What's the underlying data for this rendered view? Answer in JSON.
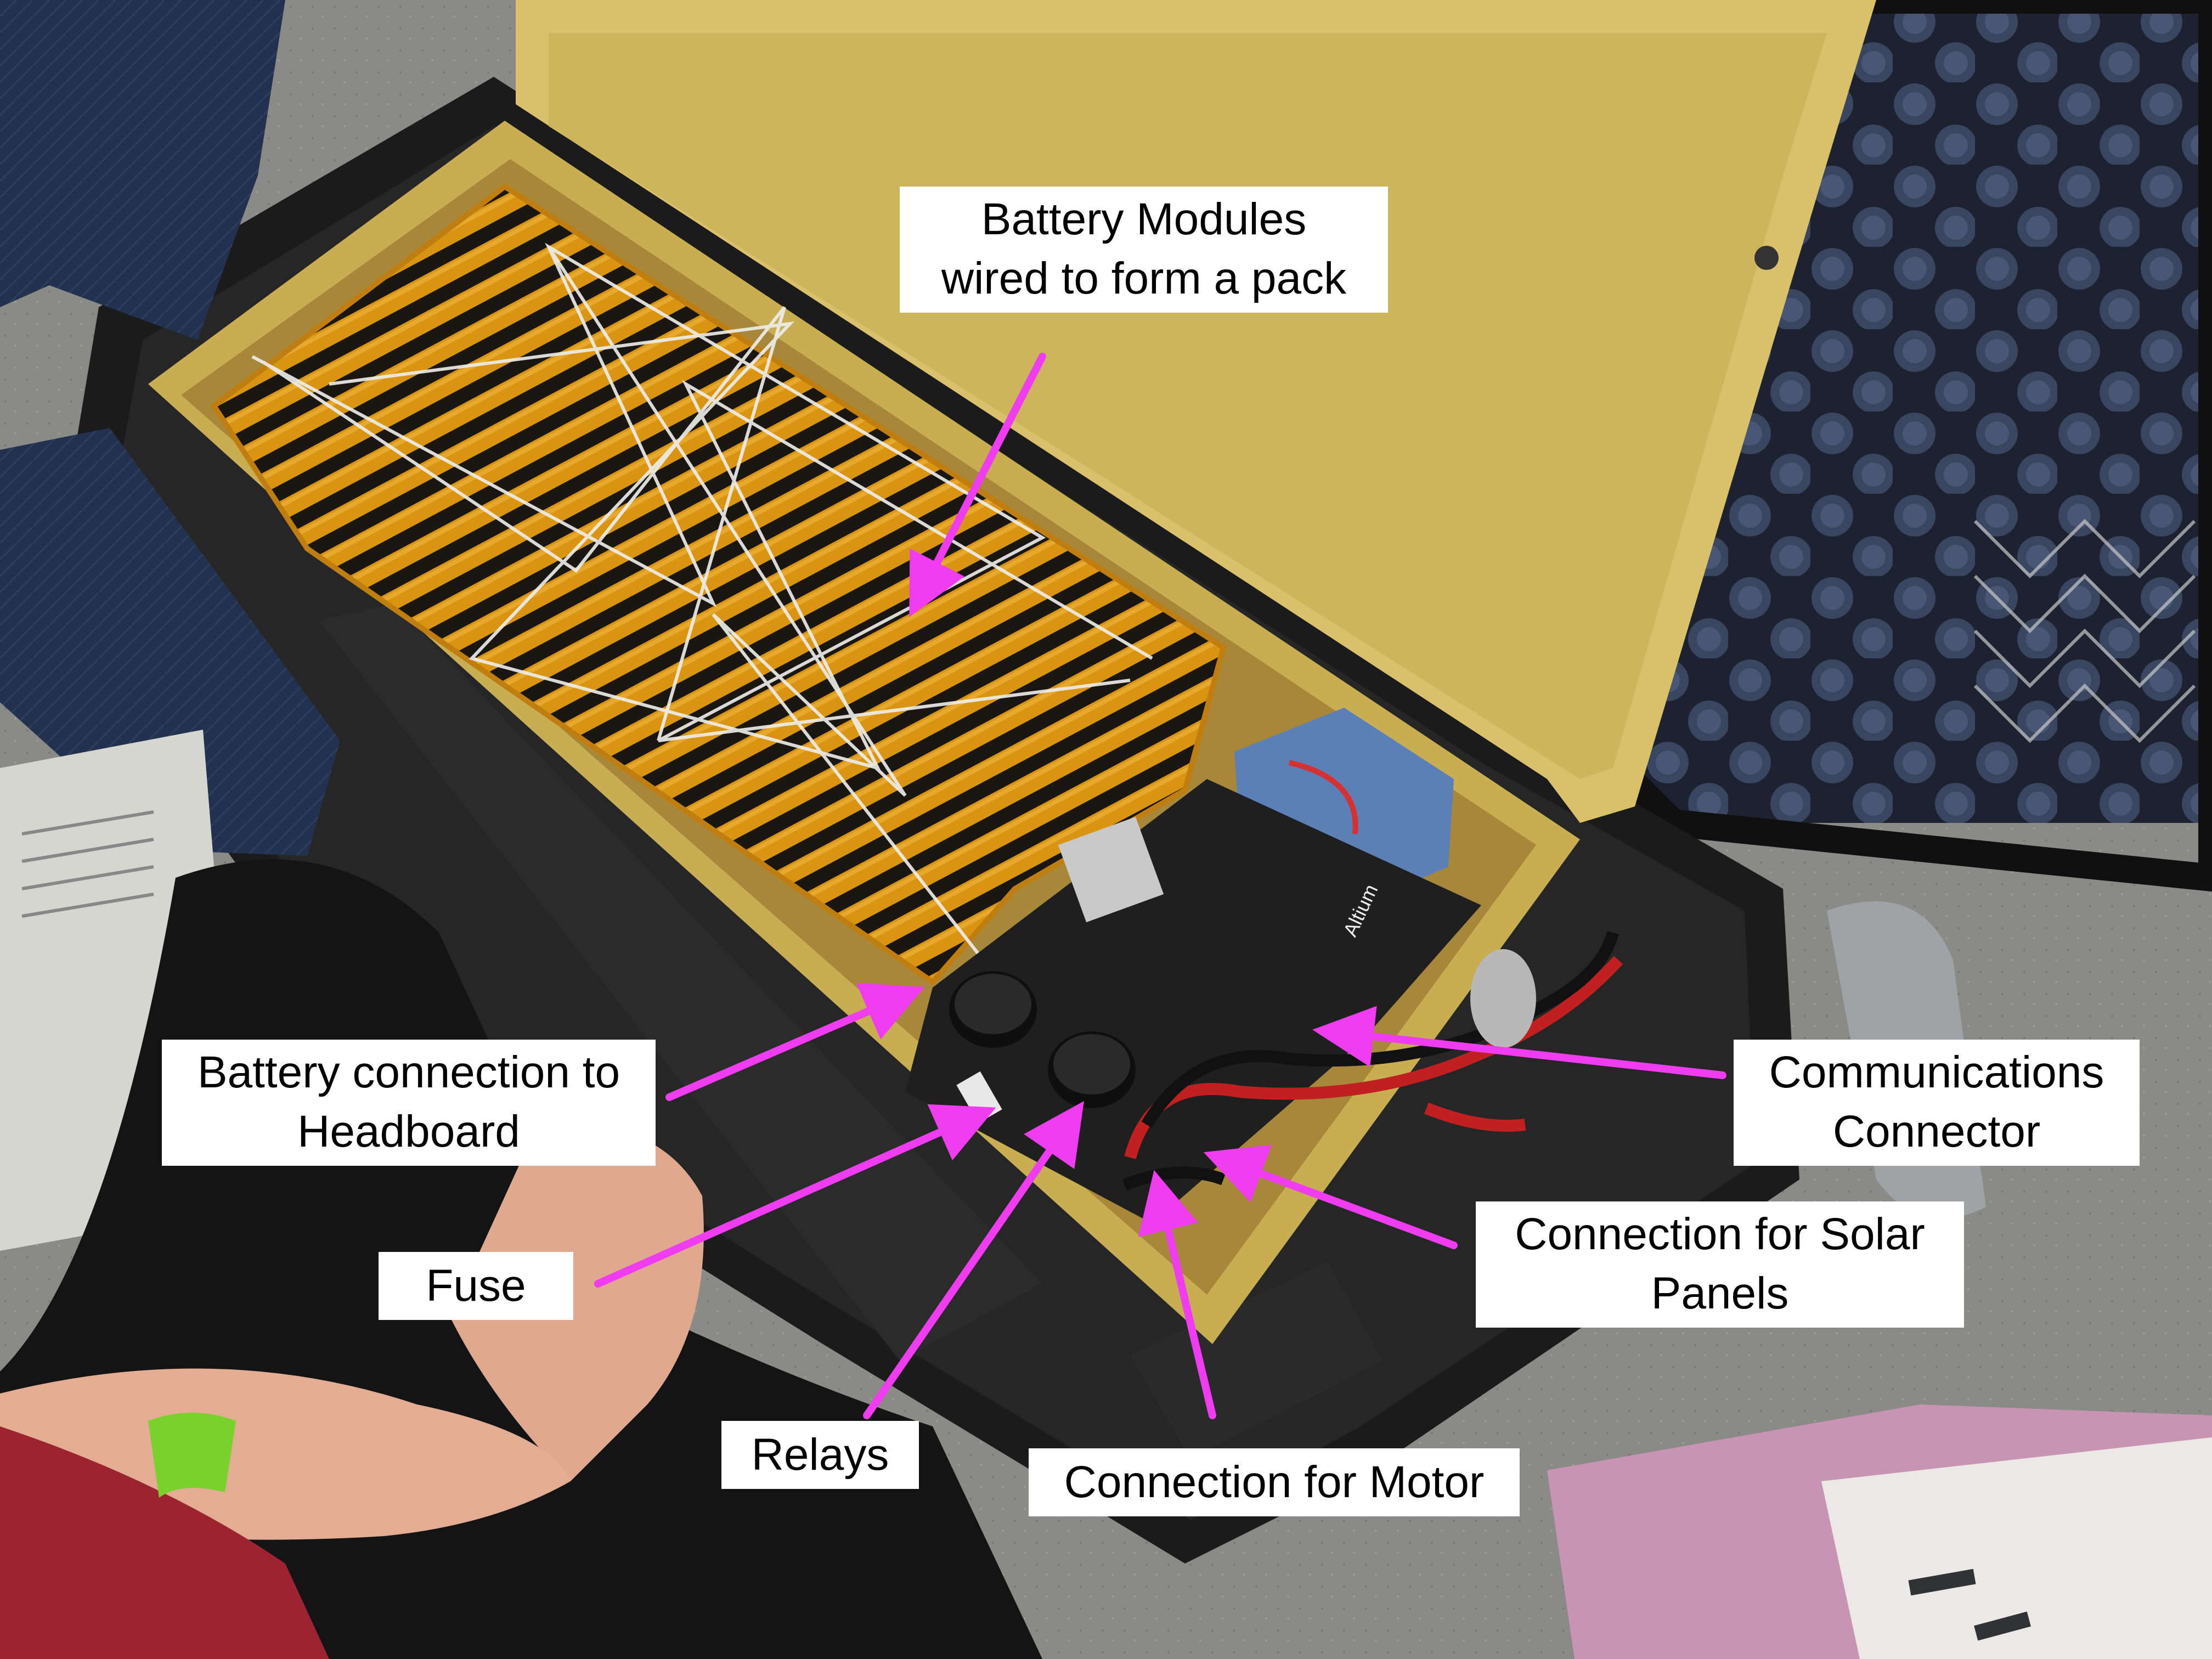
{
  "annotations": {
    "battery_modules": [
      "Battery Modules",
      "wired to form a pack"
    ],
    "battery_connection": [
      "Battery connection to",
      "Headboard"
    ],
    "fuse": [
      "Fuse"
    ],
    "relays": [
      "Relays"
    ],
    "connection_motor": [
      "Connection for Motor"
    ],
    "connection_solar": [
      "Connection for Solar",
      "Panels"
    ],
    "communications": [
      "Communications",
      "Connector"
    ]
  },
  "pcb_marking": "Altium",
  "colors": {
    "arrow": "#f03cf0",
    "label_bg": "#ffffff",
    "label_text": "#000000",
    "lid": "#d8c16a",
    "kapton": "#d4900f"
  }
}
